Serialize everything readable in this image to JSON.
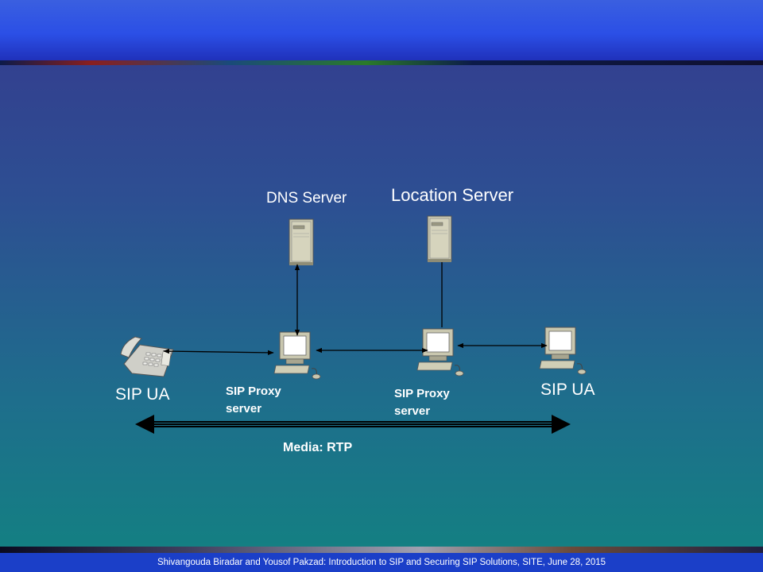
{
  "labels": {
    "dns_server": "DNS Server",
    "location_server": "Location Server",
    "sip_ua_left": "SIP UA",
    "sip_ua_right": "SIP UA",
    "proxy_left": "SIP Proxy server",
    "proxy_right": "SIP Proxy server",
    "media": "Media: RTP"
  },
  "icons": {
    "phone": "telephone-icon",
    "server": "server-tower-icon",
    "workstation": "workstation-icon"
  },
  "footer": "Shivangouda Biradar and Yousof Pakzad:  Introduction to SIP and Securing SIP Solutions, SITE, June 28, 2015",
  "colors": {
    "header_blue": "#2b4fe6",
    "footer_blue": "#1b3fc8",
    "text": "#ffffff"
  }
}
